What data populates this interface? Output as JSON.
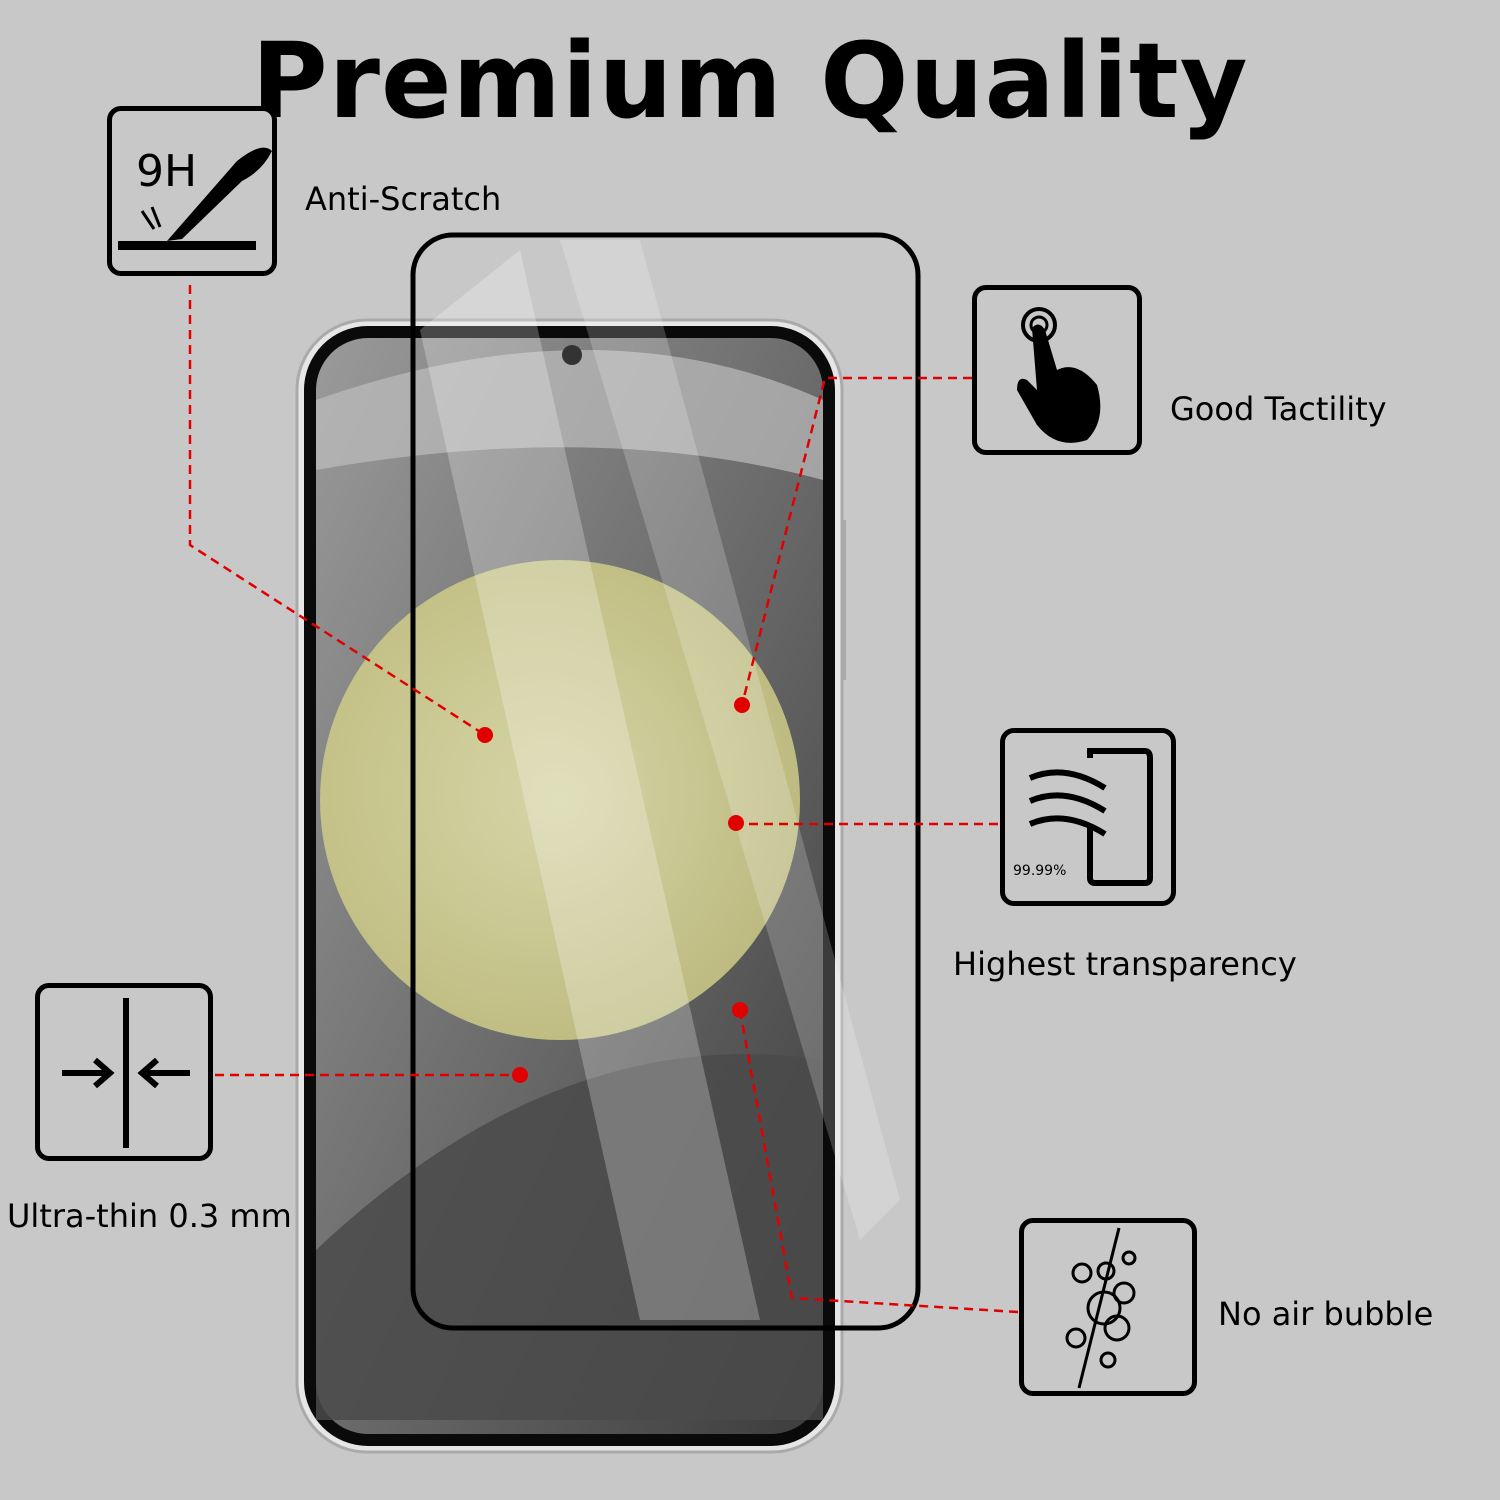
{
  "title": "Premium Quality",
  "features": {
    "anti_scratch": {
      "label": "Anti-Scratch",
      "icon_text": "9H",
      "icon": "knife-scratch-icon"
    },
    "tactility": {
      "label": "Good Tactility",
      "icon": "touch-hand-icon"
    },
    "transparency": {
      "label": "Highest transparency",
      "icon_text": "99.99%",
      "icon": "light-through-phone-icon"
    },
    "thin": {
      "label": "Ultra-thin 0.3 mm",
      "icon": "thickness-arrows-icon"
    },
    "bubble": {
      "label": "No air bubble",
      "icon": "bubbles-icon"
    }
  },
  "colors": {
    "background": "#c8c8c8",
    "accent": "#e00000"
  }
}
